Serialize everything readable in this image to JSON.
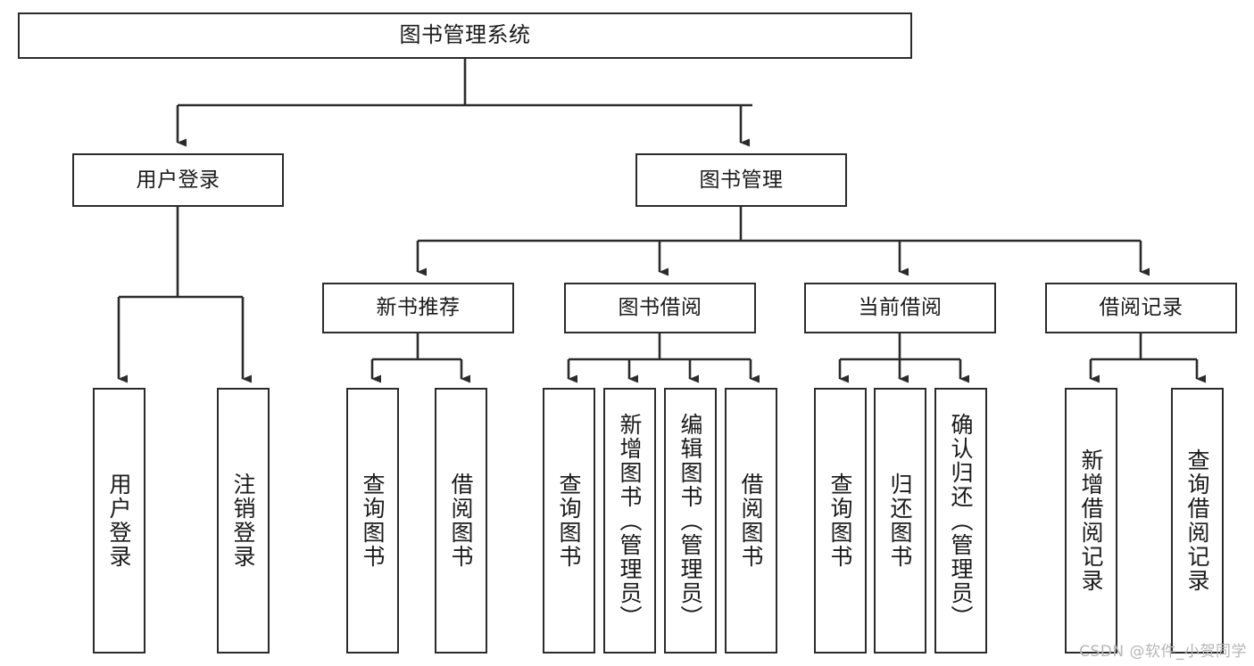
{
  "diagram": {
    "type": "tree-hierarchy-chart",
    "title": "图书管理系统",
    "orientation": "top-down",
    "line_color": "#2b2b2b",
    "box_fill": "#ffffff",
    "text_color": "#1a1a1a",
    "watermark": "CSDN @软件_小贺同学",
    "levels": 3
  },
  "root": {
    "label": "图书管理系统"
  },
  "level2": [
    {
      "label": "用户登录"
    },
    {
      "label": "图书管理"
    }
  ],
  "level3": [
    {
      "label": "新书推荐"
    },
    {
      "label": "图书借阅"
    },
    {
      "label": "当前借阅"
    },
    {
      "label": "借阅记录"
    }
  ],
  "leaves": {
    "user_login": [
      {
        "label": "用户登录"
      },
      {
        "label": "注销登录"
      }
    ],
    "new_book_recommend": [
      {
        "label": "查询图书"
      },
      {
        "label": "借阅图书"
      }
    ],
    "book_borrow": [
      {
        "label": "查询图书"
      },
      {
        "label": "新增图书（管理员）"
      },
      {
        "label": "编辑图书（管理员）"
      },
      {
        "label": "借阅图书"
      }
    ],
    "current_borrow": [
      {
        "label": "查询图书"
      },
      {
        "label": "归还图书"
      },
      {
        "label": "确认归还（管理员）"
      }
    ],
    "borrow_record": [
      {
        "label": "新增借阅记录"
      },
      {
        "label": "查询借阅记录"
      }
    ]
  }
}
